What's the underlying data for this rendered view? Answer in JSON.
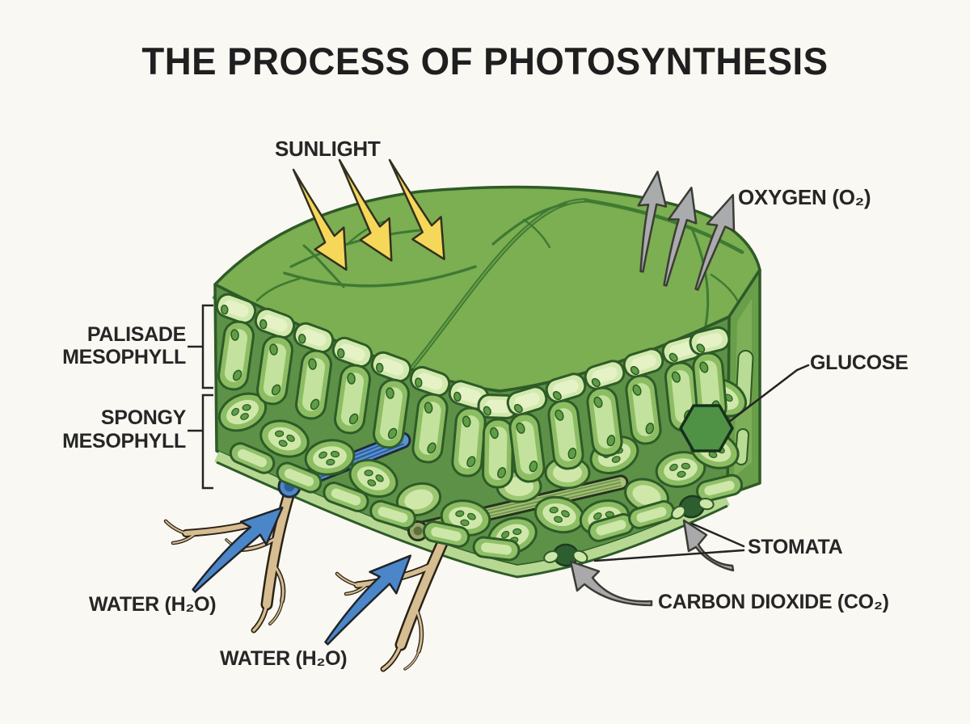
{
  "title": "THE PROCESS OF PHOTOSYNTHESIS",
  "labels": {
    "sunlight": "SUNLIGHT",
    "oxygen": "OXYGEN (O₂)",
    "palisade_line1": "PALISADE",
    "palisade_line2": "MESOPHYLL",
    "spongy_line1": "SPONGY",
    "spongy_line2": "MESOPHYLL",
    "glucose": "GLUCOSE",
    "stomata": "STOMATA",
    "carbon_dioxide": "CARBON DIOXIDE (CO₂)",
    "water_1": "WATER (H₂O)",
    "water_2": "WATER (H₂O)"
  },
  "icons": {
    "sunlight-arrow": {
      "shape": "tapered-arrow-pointing-down-right",
      "color": "#f5d75a",
      "count": 3
    },
    "oxygen-arrow": {
      "shape": "tapered-arrow-pointing-up-right",
      "color": "#aaabad",
      "count": 3
    },
    "water-arrow": {
      "shape": "tapered-arrow-pointing-up-right",
      "color": "#4b86c8",
      "count": 2
    },
    "carbon-dioxide-arrow": {
      "shape": "curved-arrow-into-stoma",
      "color": "#a9a9ab",
      "count": 1
    },
    "stomata-arrow": {
      "shape": "curved-arrow-into-stoma",
      "color": "#a9a9ab",
      "count": 1
    }
  },
  "colors": {
    "background": "#faf8f3",
    "leaf_top": "#7cae52",
    "leaf_edge_band": "#639a45",
    "leaf_interior": "#5d9147",
    "leaf_right_face": "#699f4a",
    "leaf_underside": "#b6d892",
    "cell_light": "#cfe8aa",
    "cell_mid": "#8cbd63",
    "chloroplast": "#5f9e44",
    "outline": "#2e5b27",
    "vein": "#3f7a33",
    "stoma_opening": "#2d5e30",
    "glucose_hexagon": "#4f9246",
    "xylem_blue": "#4e88c9",
    "root_tan": "#d6bd92",
    "sun_yellow": "#f5d75a",
    "arrow_gray": "#aaabad",
    "text": "#262626"
  }
}
